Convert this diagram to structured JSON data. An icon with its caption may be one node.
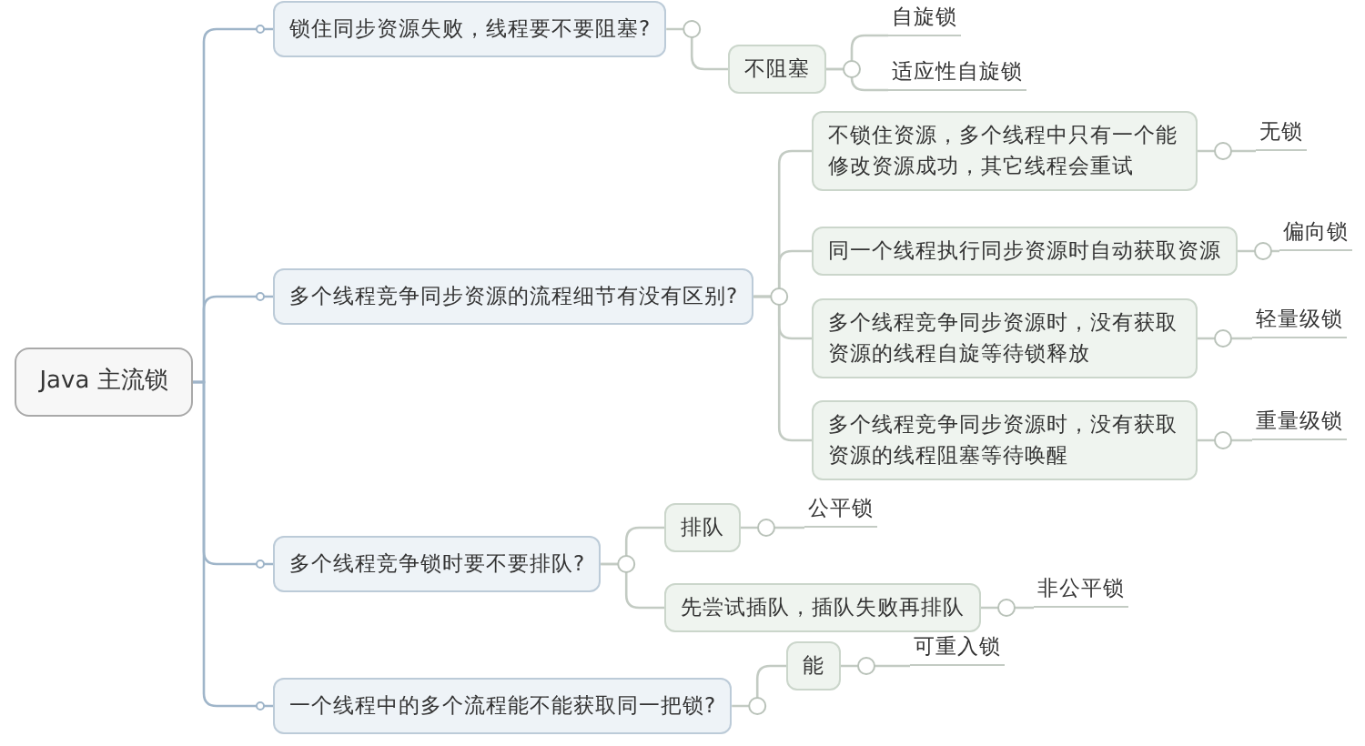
{
  "diagram": {
    "nodes": [
      {
        "text": [
          "Java 主流锁"
        ]
      },
      {
        "text": [
          "锁住同步资源失败，线程要不要阻塞?"
        ]
      },
      {
        "text": [
          "不阻塞"
        ]
      },
      {
        "text": [
          "自旋锁"
        ]
      },
      {
        "text": [
          "适应性自旋锁"
        ]
      },
      {
        "text": [
          "多个线程竞争同步资源的流程细节有没有区别?"
        ]
      },
      {
        "text": [
          "不锁住资源，多个线程中只有一个能修改资源成功，其它线程会重试"
        ]
      },
      {
        "text": [
          "无锁"
        ]
      },
      {
        "text": [
          "同一个线程执行同步资源时自动获取资源"
        ]
      },
      {
        "text": [
          "偏向锁"
        ]
      },
      {
        "text": [
          "多个线程竞争同步资源时，没有获取资源的线程自旋等待锁释放"
        ]
      },
      {
        "text": [
          "轻量级锁"
        ]
      },
      {
        "text": [
          "多个线程竞争同步资源时，没有获取资源的线程阻塞等待唤醒"
        ]
      },
      {
        "text": [
          "重量级锁"
        ]
      },
      {
        "text": [
          "多个线程竞争锁时要不要排队?"
        ]
      },
      {
        "text": [
          "排队"
        ]
      },
      {
        "text": [
          "公平锁"
        ]
      },
      {
        "text": [
          "先尝试插队，插队失败再排队"
        ]
      },
      {
        "text": [
          "非公平锁"
        ]
      },
      {
        "text": [
          "一个线程中的多个流程能不能获取同一把锁?"
        ]
      },
      {
        "text": [
          "能"
        ]
      },
      {
        "text": [
          "可重入锁"
        ]
      }
    ],
    "edges": [
      {
        "from": 0,
        "to": 1,
        "arrow": "none"
      },
      {
        "from": 0,
        "to": 5,
        "arrow": "none"
      },
      {
        "from": 0,
        "to": 14,
        "arrow": "none"
      },
      {
        "from": 0,
        "to": 19,
        "arrow": "none"
      },
      {
        "from": 1,
        "to": 2,
        "arrow": "none"
      },
      {
        "from": 2,
        "to": 3,
        "arrow": "none"
      },
      {
        "from": 2,
        "to": 4,
        "arrow": "none"
      },
      {
        "from": 5,
        "to": 6,
        "arrow": "none"
      },
      {
        "from": 5,
        "to": 8,
        "arrow": "none"
      },
      {
        "from": 5,
        "to": 10,
        "arrow": "none"
      },
      {
        "from": 5,
        "to": 12,
        "arrow": "none"
      },
      {
        "from": 6,
        "to": 7,
        "arrow": "none"
      },
      {
        "from": 8,
        "to": 9,
        "arrow": "none"
      },
      {
        "from": 10,
        "to": 11,
        "arrow": "none"
      },
      {
        "from": 12,
        "to": 13,
        "arrow": "none"
      },
      {
        "from": 14,
        "to": 15,
        "arrow": "none"
      },
      {
        "from": 14,
        "to": 17,
        "arrow": "none"
      },
      {
        "from": 15,
        "to": 16,
        "arrow": "none"
      },
      {
        "from": 17,
        "to": 18,
        "arrow": "none"
      },
      {
        "from": 19,
        "to": 20,
        "arrow": "none"
      },
      {
        "from": 20,
        "to": 21,
        "arrow": "none"
      }
    ]
  }
}
